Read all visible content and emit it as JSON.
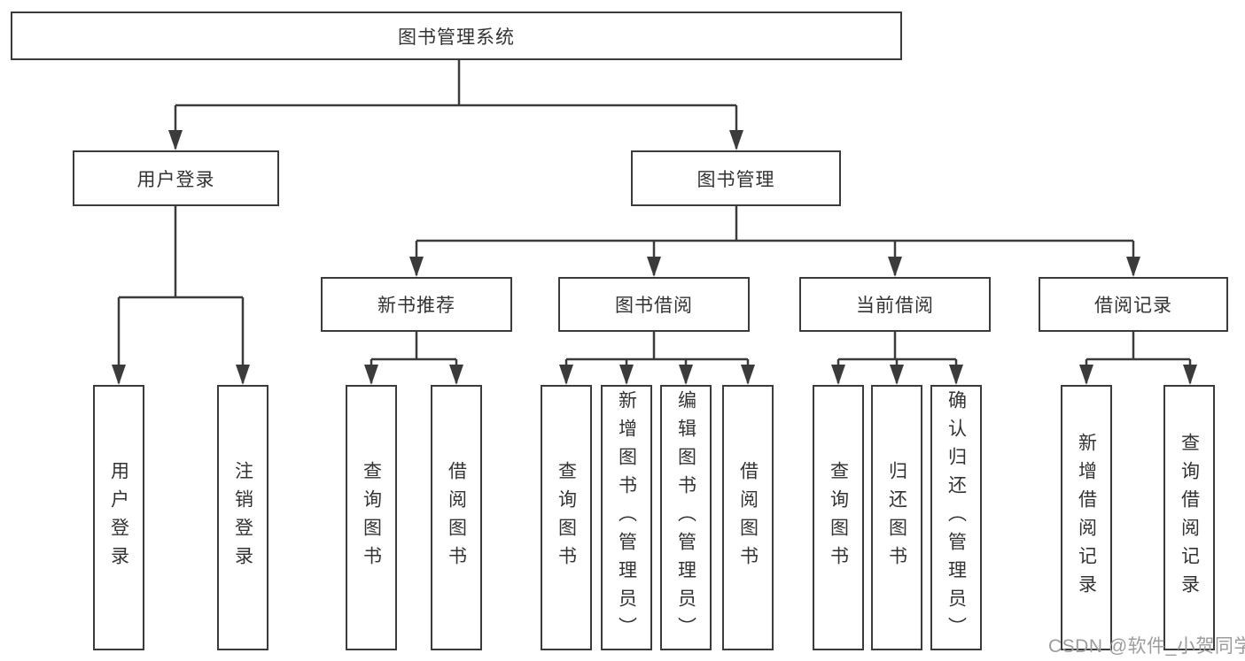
{
  "diagram": {
    "root": {
      "label": "图书管理系统"
    },
    "branches": [
      {
        "label": "用户登录",
        "children": [
          {
            "label": "用户登录"
          },
          {
            "label": "注销登录"
          }
        ]
      },
      {
        "label": "图书管理",
        "children": [
          {
            "label": "新书推荐",
            "children": [
              {
                "label": "查询图书"
              },
              {
                "label": "借阅图书"
              }
            ]
          },
          {
            "label": "图书借阅",
            "children": [
              {
                "label": "查询图书"
              },
              {
                "label": "新增图书（管理员）"
              },
              {
                "label": "编辑图书（管理员）"
              },
              {
                "label": "借阅图书"
              }
            ]
          },
          {
            "label": "当前借阅",
            "children": [
              {
                "label": "查询图书"
              },
              {
                "label": "归还图书"
              },
              {
                "label": "确认归还（管理员）"
              }
            ]
          },
          {
            "label": "借阅记录",
            "children": [
              {
                "label": "新增借阅记录"
              },
              {
                "label": "查询借阅记录"
              }
            ]
          }
        ]
      }
    ]
  },
  "watermark": {
    "text": "CSDN @软件_小贺同学"
  },
  "colors": {
    "line": "#3b3b3b",
    "node_border": "#3b3b3b",
    "node_text": "#333333",
    "background": "#ffffff",
    "watermark_text": "#9c9c9c"
  }
}
